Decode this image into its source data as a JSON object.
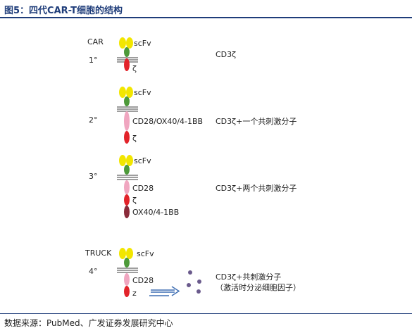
{
  "figure": {
    "title": "图5：四代CAR-T细胞的结构",
    "source": "数据来源：PubMed、广发证券发展研究中心"
  },
  "colors": {
    "scfv": "#f2e600",
    "hinge": "#4d9a3a",
    "membrane": "#9e9e9e",
    "zeta": "#e2232a",
    "costim_cd28": "#f0a6c0",
    "costim_41bb": "#8a2b3a",
    "cytokine": "#6a5a8c",
    "arrow": "#3f6fb3",
    "title": "#1f3d7a"
  },
  "generations": [
    {
      "header": "CAR",
      "gen": "1°",
      "labels": {
        "scfv": "scFv",
        "zeta": "ζ"
      },
      "description": "CD3ζ"
    },
    {
      "gen": "2°",
      "labels": {
        "scfv": "scFv",
        "costim": "CD28/OX40/4-1BB",
        "zeta": "ζ"
      },
      "description": "CD3ζ+一个共刺激分子"
    },
    {
      "gen": "3°",
      "labels": {
        "scfv": "scFv",
        "costim": "CD28",
        "zeta": "ζ",
        "costim2": "OX40/4-1BB"
      },
      "description": "CD3ζ+两个共刺激分子"
    },
    {
      "header": "TRUCK",
      "gen": "4°",
      "labels": {
        "scfv": "scFv",
        "costim": "CD28",
        "zeta": "z"
      },
      "description": "CD3ζ+共刺激分子",
      "description2": "（激活时分泌细胞因子）"
    }
  ]
}
